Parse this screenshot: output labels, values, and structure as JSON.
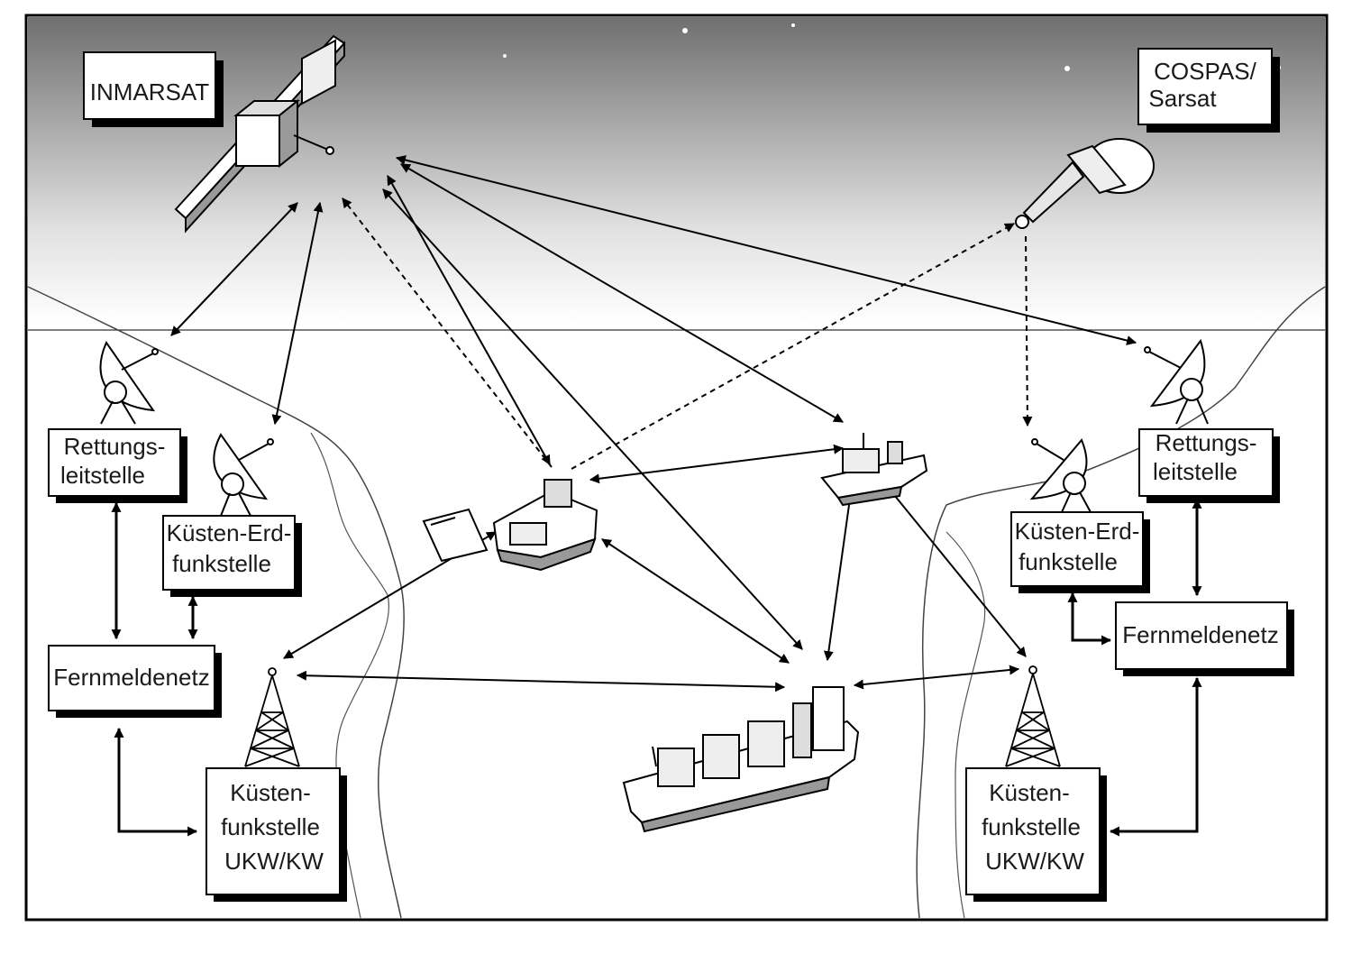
{
  "systems": {
    "inmarsat": "INMARSAT",
    "cospas_line1": "COSPAS/",
    "cospas_line2": "Sarsat"
  },
  "left": {
    "rcc_line1": "Rettungs-",
    "rcc_line2": "leitstelle",
    "ces_line1": "Küsten-Erd-",
    "ces_line2": "funkstelle",
    "network": "Fernmeldenetz",
    "coast_line1": "Küsten-",
    "coast_line2": "funkstelle",
    "coast_line3": "UKW/KW"
  },
  "right": {
    "rcc_line1": "Rettungs-",
    "rcc_line2": "leitstelle",
    "ces_line1": "Küsten-Erd-",
    "ces_line2": "funkstelle",
    "network": "Fernmeldenetz",
    "coast_line1": "Küsten-",
    "coast_line2": "funkstelle",
    "coast_line3": "UKW/KW"
  }
}
